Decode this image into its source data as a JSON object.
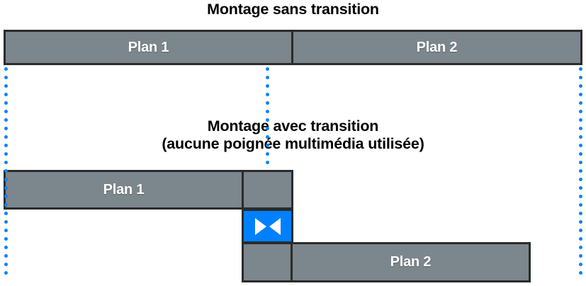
{
  "figure": {
    "top_section": {
      "title": "Montage sans transition",
      "clips": [
        {
          "label": "Plan 1"
        },
        {
          "label": "Plan 2"
        }
      ]
    },
    "bottom_section": {
      "title_line1": "Montage avec transition",
      "title_line2": "(aucune poignée multimédia utilisée)",
      "clips": [
        {
          "label": "Plan 1"
        },
        {
          "label": "Plan 2"
        }
      ],
      "transition": {
        "icon": "cross-dissolve-transition-icon",
        "label": ""
      }
    }
  },
  "colors": {
    "clip_fill": "#7c868d",
    "clip_border": "#2b2b2b",
    "transition_fill": "#0080ff",
    "guide_dot": "#1083f5",
    "label_text": "#ffffff",
    "title_text": "#000000",
    "background": "#ffffff"
  }
}
